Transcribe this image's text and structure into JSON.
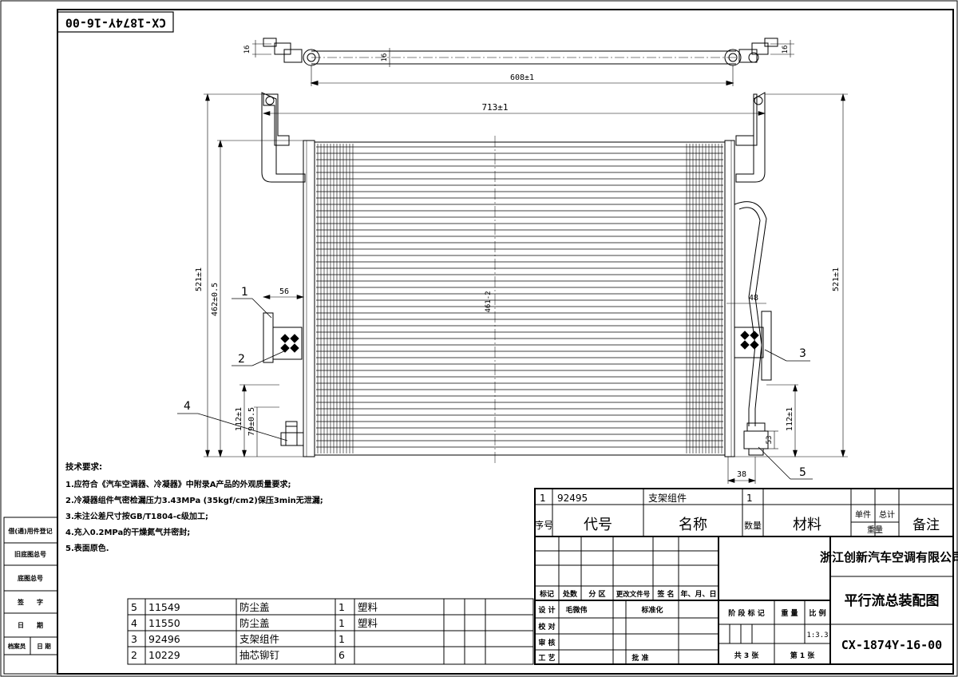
{
  "drawing_number": "CX-1874Y-16-00",
  "dimensions": {
    "top_height_left": "16",
    "top_height_mid": "16",
    "top_height_right": "16",
    "pipe_span": "608±1",
    "bracket_span": "713±1",
    "height_left": "521±1",
    "height_right": "521±1",
    "core_height": "462±0.5",
    "core_center": "461-2",
    "bracket_width": "56",
    "right_bracket_width": "48",
    "lower_112_left": "112±1",
    "lower_79": "79±0.5",
    "lower_112_right": "112±1",
    "fitting_53": "53",
    "fitting_offset": "38"
  },
  "balloons": [
    "1",
    "2",
    "3",
    "4",
    "5"
  ],
  "notes": {
    "heading": "技术要求:",
    "items": [
      "1.应符合《汽车空调器、冷凝器》中附录A产品的外观质量要求;",
      "2.冷凝器组件气密检漏压力3.43MPa (35kgf/cm2)保压3min无泄漏;",
      "3.未注公差尺寸按GB/T1804-c级加工;",
      "4.充入0.2MPa的干燥氮气并密封;",
      "5.表面原色."
    ]
  },
  "side_labels": [
    "借(通)用件登记",
    "旧底图总号",
    "底图总号",
    "签　　字",
    "日　　期",
    "档案员",
    "日 期"
  ],
  "bom": {
    "header": {
      "seq": "序号",
      "code": "代号",
      "name": "名称",
      "qty": "数量",
      "material": "材料",
      "unit": "单件",
      "total": "总计",
      "weight": "重量",
      "remark": "备注"
    },
    "top_row": {
      "seq": "1",
      "code": "92495",
      "name": "支架组件",
      "qty": "1"
    },
    "rows": [
      {
        "seq": "5",
        "code": "11549",
        "name": "防尘盖",
        "qty": "1",
        "material": "塑料"
      },
      {
        "seq": "4",
        "code": "11550",
        "name": "防尘盖",
        "qty": "1",
        "material": "塑料"
      },
      {
        "seq": "3",
        "code": "92496",
        "name": "支架组件",
        "qty": "1",
        "material": ""
      },
      {
        "seq": "2",
        "code": "10229",
        "name": "抽芯铆钉",
        "qty": "6",
        "material": ""
      }
    ]
  },
  "title_block": {
    "company": "浙江创新汽车空调有限公司",
    "title": "平行流总装配图",
    "number": "CX-1874Y-16-00",
    "revision_headers": [
      "标记",
      "处数",
      "分 区",
      "更改文件号",
      "签 名",
      "年、月、日"
    ],
    "design": "设 计",
    "designer": "毛微伟",
    "standardize": "标准化",
    "check": "校 对",
    "review": "审 核",
    "process": "工 艺",
    "approve": "批 准",
    "stage": "阶 段 标 记",
    "weight": "重 量",
    "scale_label": "比 例",
    "scale": "1:3.3",
    "sheets_total": "共 3 张",
    "sheet_no": "第 1 张"
  }
}
